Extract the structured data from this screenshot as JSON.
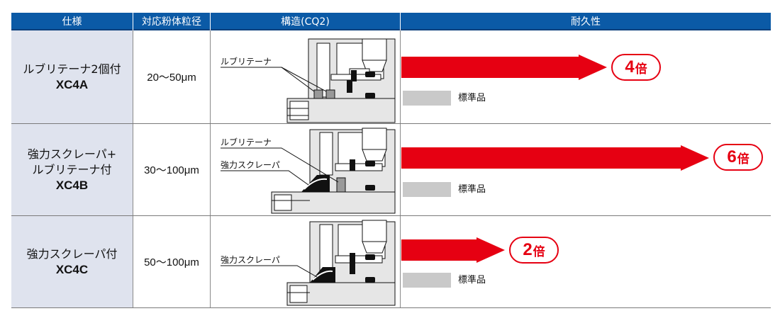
{
  "header": {
    "spec": "仕様",
    "particle_size": "対応粉体粒径",
    "structure": "構造(CQ2)",
    "durability": "耐久性"
  },
  "rows": [
    {
      "spec_line1": "ルブリテーナ2個付",
      "spec_line2": "",
      "code": "XC4A",
      "particle_size": "20～50μm",
      "labels": [
        "ルブリテーナ"
      ],
      "durability_multiplier": 4,
      "badge_number": "4",
      "badge_unit": "倍",
      "standard_label": "標準品",
      "standard_multiplier": 1
    },
    {
      "spec_line1": "強力スクレーパ+",
      "spec_line2": "ルブリテーナ付",
      "code": "XC4B",
      "particle_size": "30～100μm",
      "labels": [
        "ルブリテーナ",
        "強力スクレーパ"
      ],
      "durability_multiplier": 6,
      "badge_number": "6",
      "badge_unit": "倍",
      "standard_label": "標準品",
      "standard_multiplier": 1
    },
    {
      "spec_line1": "強力スクレーパ付",
      "spec_line2": "",
      "code": "XC4C",
      "particle_size": "50～100μm",
      "labels": [
        "強力スクレーパ"
      ],
      "durability_multiplier": 2,
      "badge_number": "2",
      "badge_unit": "倍",
      "standard_label": "標準品",
      "standard_multiplier": 1
    }
  ],
  "colors": {
    "header_bg": "#0b5aa6",
    "spec_bg": "#dfe3ee",
    "arrow_red": "#e60012",
    "standard_gray": "#c9c9c9"
  }
}
